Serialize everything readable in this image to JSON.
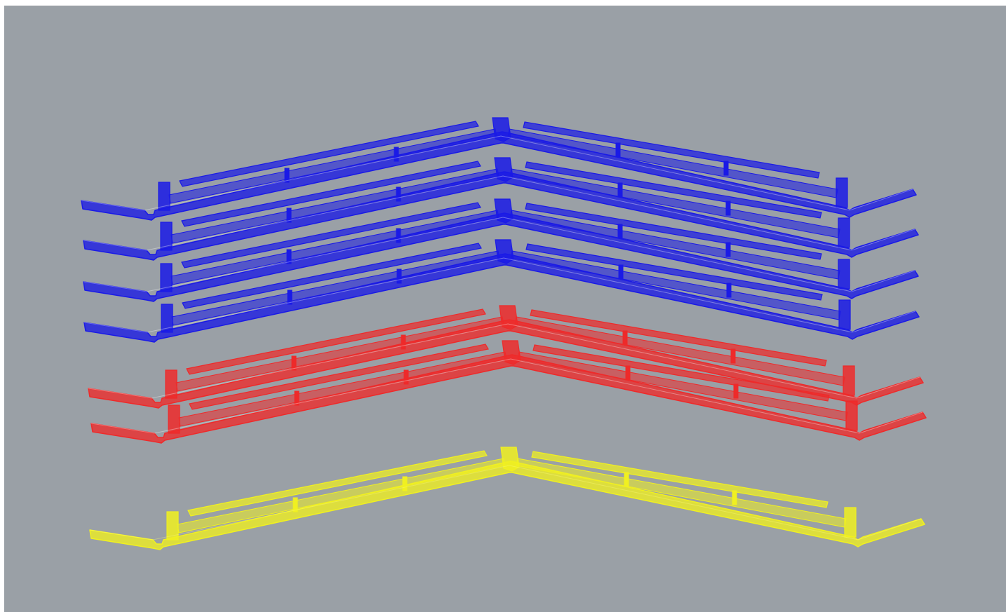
{
  "viewport": {
    "background_color": "#9aa0a6",
    "view": "perspective"
  },
  "parts": [
    {
      "name": "blue-part-1",
      "color": "#1a1ae6",
      "count_group": "blue"
    },
    {
      "name": "blue-part-2",
      "color": "#1a1ae6",
      "count_group": "blue"
    },
    {
      "name": "blue-part-3",
      "color": "#1a1ae6",
      "count_group": "blue"
    },
    {
      "name": "blue-part-4",
      "color": "#1a1ae6",
      "count_group": "blue"
    },
    {
      "name": "red-part-1",
      "color": "#ee2a2a",
      "count_group": "red"
    },
    {
      "name": "red-part-2",
      "color": "#ee2a2a",
      "count_group": "red"
    },
    {
      "name": "yellow-part-1",
      "color": "#f0f020",
      "count_group": "yellow"
    }
  ]
}
